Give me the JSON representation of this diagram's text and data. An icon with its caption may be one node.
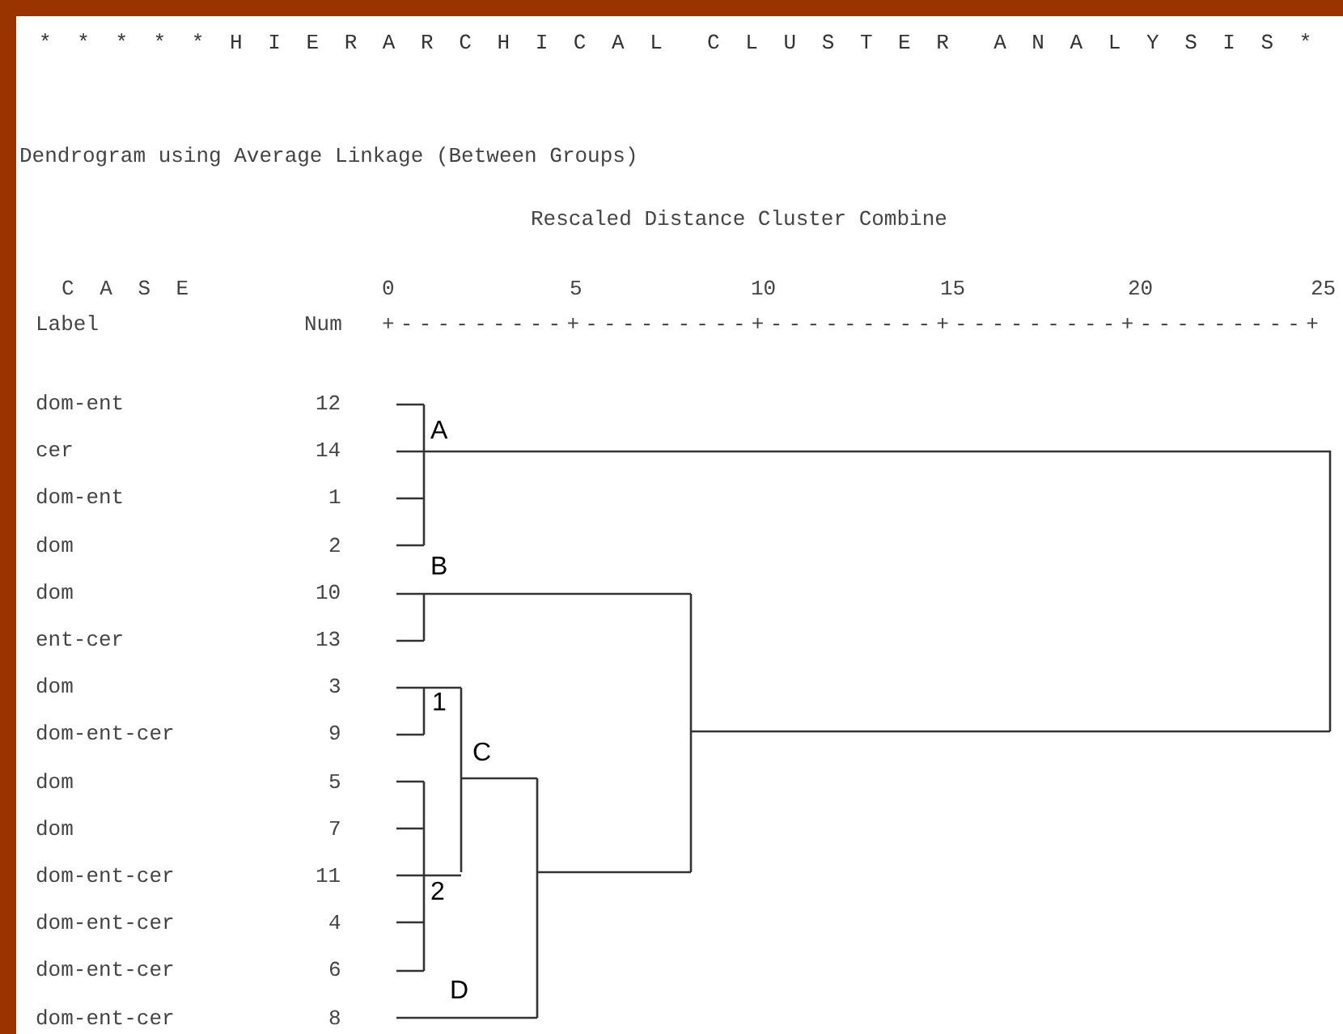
{
  "diagram": {
    "title": "* * * * * H I E R A R C H I C A L  C L U S T E R  A N A L Y S I S *",
    "labels": [
      "Dendrogram using Average Linkage (Between Groups)",
      "Rescaled Distance Cluster Combine",
      "C A S E",
      "0",
      "5",
      "10",
      "15",
      "20",
      "25",
      "Label",
      "Num",
      "+---------+---------+---------+---------+---------+",
      "dom-ent",
      "12",
      "cer",
      "14",
      "dom-ent",
      "1",
      "dom",
      "2",
      "dom",
      "10",
      "ent-cer",
      "13",
      "dom",
      "3",
      "dom-ent-cer",
      "9",
      "dom",
      "5",
      "dom",
      "7",
      "dom-ent-cer",
      "11",
      "dom-ent-cer",
      "4",
      "dom-ent-cer",
      "6",
      "dom-ent-cer",
      "8",
      "A",
      "B",
      "1",
      "C",
      "2",
      "D"
    ]
  }
}
